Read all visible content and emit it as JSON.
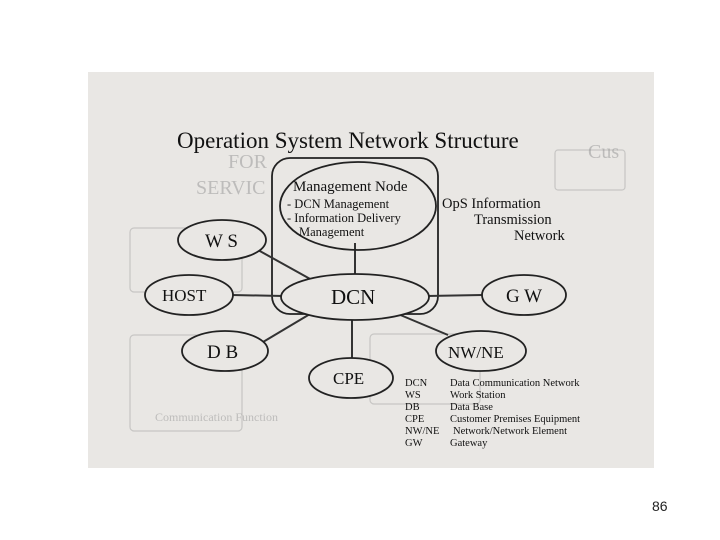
{
  "title": "Operation System Network Structure",
  "management_node": {
    "title": "Management Node",
    "items": [
      "- DCN Management",
      "- Information Delivery",
      "Management"
    ]
  },
  "ops_info": {
    "line1": "OpS Information",
    "line2": "Transmission",
    "line3": "Network"
  },
  "nodes": {
    "ws": "W S",
    "host": "HOST",
    "dcn": "DCN",
    "gw": "G W",
    "db": "D B",
    "nwne": "NW/NE",
    "cpe": "CPE"
  },
  "legend": [
    {
      "abbr": "DCN",
      "desc": "Data Communication Network"
    },
    {
      "abbr": "WS",
      "desc": "Work Station"
    },
    {
      "abbr": "DB",
      "desc": "Data Base"
    },
    {
      "abbr": "CPE",
      "desc": "Customer Premises Equipment"
    },
    {
      "abbr": "NW/NE",
      "desc": "Network/Network Element"
    },
    {
      "abbr": "GW",
      "desc": "Gateway"
    }
  ],
  "page_number": "86"
}
